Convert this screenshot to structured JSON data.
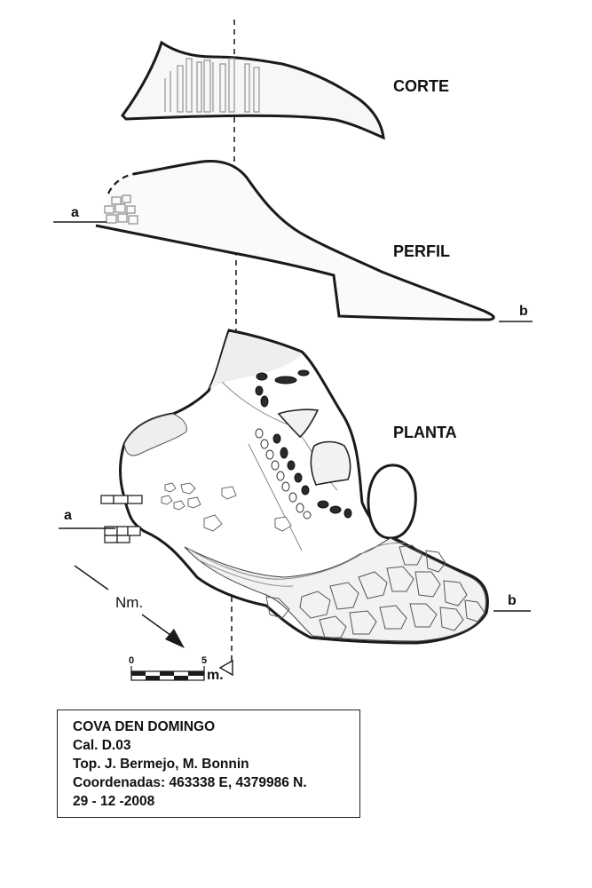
{
  "sections": {
    "corte": "CORTE",
    "perfil": "PERFIL",
    "planta": "PLANTA"
  },
  "profile_points": {
    "a": "a",
    "b": "b"
  },
  "plan_points": {
    "a": "a",
    "b": "b"
  },
  "north": {
    "label": "Nm.",
    "icon": "north-arrow-icon"
  },
  "scale": {
    "start": "0",
    "end": "5",
    "unit": "m."
  },
  "info": {
    "name": "COVA DEN DOMINGO",
    "code": "Cal. D.03",
    "topography": "Top. J. Bermejo, M. Bonnin",
    "coordinates": "Coordenadas: 463338 E, 4379986 N.",
    "date": "29 - 12 -2008"
  },
  "colors": {
    "ink": "#1a1a1a",
    "stipple": "#8a8a8a",
    "fill": "#f4f4f4"
  }
}
